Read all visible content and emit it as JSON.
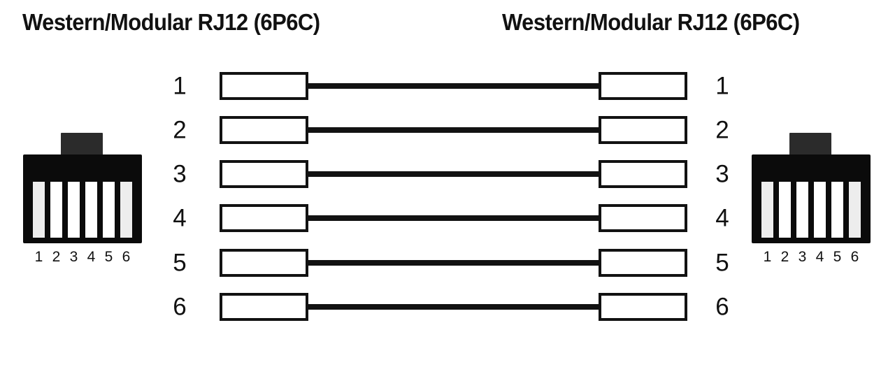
{
  "diagram": {
    "type": "rj12-straight-through-wiring",
    "background_color": "#ffffff",
    "line_color": "#121212",
    "connector_body_color": "#0b0b0b",
    "connector_tab_color": "#2b2b2b",
    "pin_color": "#ffffff",
    "pin_edge_color": "#ededed"
  },
  "titles": {
    "left": "Western/Modular RJ12 (6P6C)",
    "right": "Western/Modular RJ12 (6P6C)"
  },
  "left_connector": {
    "name": "Western/Modular RJ12 (6P6C)",
    "pin_labels": [
      "1",
      "2",
      "3",
      "4",
      "5",
      "6"
    ]
  },
  "right_connector": {
    "name": "Western/Modular RJ12 (6P6C)",
    "pin_labels": [
      "1",
      "2",
      "3",
      "4",
      "5",
      "6"
    ]
  },
  "wiring": {
    "scheme": "straight-through",
    "rows": [
      {
        "left_pin": "1",
        "right_pin": "1"
      },
      {
        "left_pin": "2",
        "right_pin": "2"
      },
      {
        "left_pin": "3",
        "right_pin": "3"
      },
      {
        "left_pin": "4",
        "right_pin": "4"
      },
      {
        "left_pin": "5",
        "right_pin": "5"
      },
      {
        "left_pin": "6",
        "right_pin": "6"
      }
    ]
  }
}
